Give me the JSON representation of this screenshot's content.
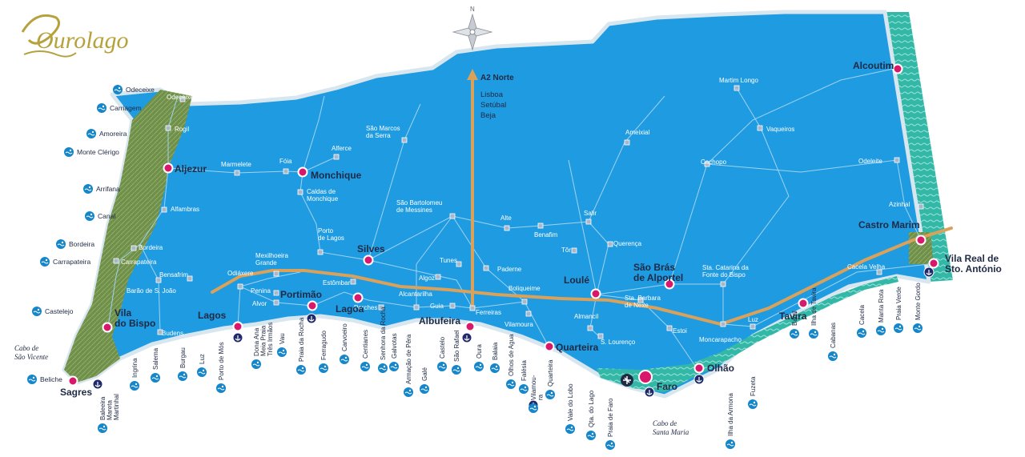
{
  "brand": {
    "logo_text": "Ourolago",
    "logo_color": "#b6a23c"
  },
  "compass": {
    "north_label": "N"
  },
  "highway": {
    "label": "A2 Norte",
    "destinations": [
      "Lisboa",
      "Setúbal",
      "Beja"
    ]
  },
  "colors": {
    "sea": "#ffffff",
    "land": "#1f9be2",
    "coast_green": "#6f8f4a",
    "highway": "#d9a15a",
    "town_dot": "#d8186b",
    "beach_icon": "#1486c9",
    "lagoon": "#33b8a8"
  },
  "towns": [
    {
      "name": "Aljezur"
    },
    {
      "name": "Monchique"
    },
    {
      "name": "Silves"
    },
    {
      "name": "Lagos"
    },
    {
      "name": "Portimão"
    },
    {
      "name": "Lagoa"
    },
    {
      "name": "Albufeira"
    },
    {
      "name": "Loulé"
    },
    {
      "name": "São Brás\nde Alportel"
    },
    {
      "name": "Faro"
    },
    {
      "name": "Olhão"
    },
    {
      "name": "Tavira"
    },
    {
      "name": "Castro Marim"
    },
    {
      "name": "Alcoutim"
    },
    {
      "name": "Vila Real de\nSto. António"
    },
    {
      "name": "Vila\ndo Bispo"
    },
    {
      "name": "Sagres"
    },
    {
      "name": "Quarteira"
    }
  ],
  "villages": [
    "Odeceixe",
    "Rogil",
    "Marmelete",
    "Fóia",
    "Alferce",
    "Caldas de\nMonchique",
    "Alfambras",
    "Bordeira",
    "Carrapateira",
    "Bensafrim",
    "Barão de S. João",
    "Budens",
    "Odiáxere",
    "Penina",
    "Alvor",
    "Mexilhoeira\nGrande",
    "Porto\nde Lagos",
    "Estômbar",
    "Porches",
    "Alcantarilha",
    "Guia",
    "Algoz",
    "Tunes",
    "Paderne",
    "São Bartolomeu\nde Messines",
    "São Marcos\nda Serra",
    "Ferreiras",
    "Boliqueime",
    "Vilamoura",
    "Alte",
    "Benafim",
    "Salir",
    "Tôr",
    "Querença",
    "Almancil",
    "S. Lourenço",
    "Ameixial",
    "Cachopo",
    "Martim Longo",
    "Vaqueiros",
    "Odeleite",
    "Azinhal",
    "Sta. Barbara\nde Nexe",
    "Estoi",
    "Sta. Catarina da\nFonte do Bispo",
    "Moncarapacho",
    "Luz",
    "Cacela Velha"
  ],
  "beaches_west": [
    "Odeceixe",
    "Carriagem",
    "Amoreira",
    "Monte Clérigo",
    "Arrifana",
    "Canal",
    "Bordeira",
    "Carrapateira",
    "Castelejo",
    "Beliche"
  ],
  "beaches_south": [
    "Baleeira\nMareta\nMartinhal",
    "Ingrina",
    "Salema",
    "Burgau",
    "Luz",
    "Porto de Mós",
    "Dona Ana\nMeia Praia\nTrês Irmãos",
    "Vau",
    "Praia da Rocha",
    "Ferragudo",
    "Carvoeiro",
    "Centianes",
    "Senhora da Rocha",
    "Galvotas",
    "Armação de Pêra",
    "Galé",
    "Castelo",
    "São Rafael",
    "Oura",
    "Balaia",
    "Olhos de Agua",
    "Falésia",
    "Vilamou-\nra",
    "Quarteira",
    "Vale do Lobo",
    "Qta. do Lago",
    "Praia de Faro",
    "Ilha da Armona",
    "Fuzeta",
    "Barril",
    "Ilha de Tavira",
    "Cabanas",
    "Cacela",
    "Manta Rota",
    "Praia Verde",
    "Monte Gordo"
  ],
  "capes": [
    "Cabo de\nSão Vicente",
    "Cabo de\nSanta Maria"
  ]
}
